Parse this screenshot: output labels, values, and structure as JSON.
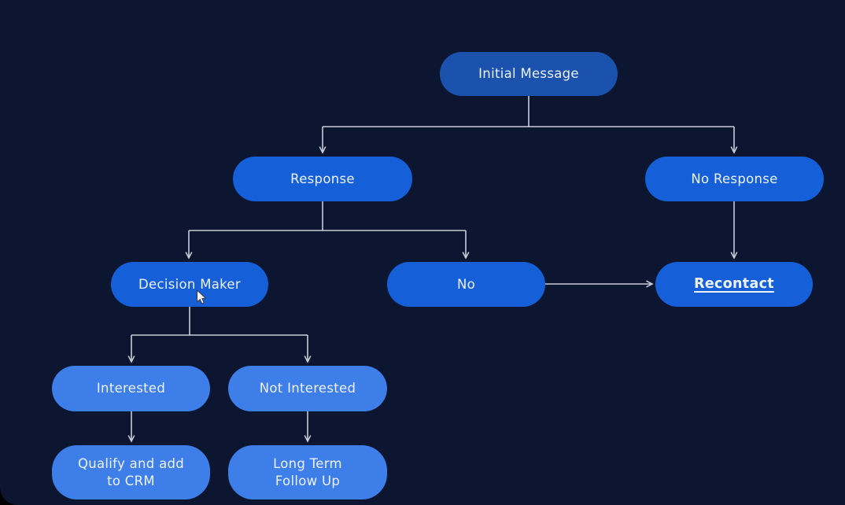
{
  "diagram": {
    "type": "flowchart",
    "colors": {
      "background": "#0d1631",
      "node_primary_dark": "#1a52ae",
      "node_primary": "#1560d8",
      "node_light": "#3e7ee9",
      "connector": "#c9ced9",
      "text": "#edf2fb"
    },
    "nodes": [
      {
        "id": "initial-message",
        "label": "Initial Message",
        "tier": "primary-dark"
      },
      {
        "id": "response",
        "label": "Response",
        "tier": "primary"
      },
      {
        "id": "no-response",
        "label": "No Response",
        "tier": "primary"
      },
      {
        "id": "decision-maker",
        "label": "Decision Maker",
        "tier": "primary"
      },
      {
        "id": "no",
        "label": "No",
        "tier": "primary"
      },
      {
        "id": "recontact",
        "label": "Recontact",
        "tier": "primary",
        "emphasis": "bold-underline"
      },
      {
        "id": "interested",
        "label": "Interested",
        "tier": "light"
      },
      {
        "id": "not-interested",
        "label": "Not Interested",
        "tier": "light"
      },
      {
        "id": "qualify-and-add-to-crm",
        "label": "Qualify and add\nto CRM",
        "tier": "light"
      },
      {
        "id": "long-term-follow-up",
        "label": "Long Term\nFollow Up",
        "tier": "light"
      }
    ],
    "edges": [
      {
        "from": "Initial Message",
        "to": "Response"
      },
      {
        "from": "Initial Message",
        "to": "No Response"
      },
      {
        "from": "Response",
        "to": "Decision Maker"
      },
      {
        "from": "Response",
        "to": "No"
      },
      {
        "from": "No",
        "to": "Recontact"
      },
      {
        "from": "No Response",
        "to": "Recontact"
      },
      {
        "from": "Decision Maker",
        "to": "Interested"
      },
      {
        "from": "Decision Maker",
        "to": "Not Interested"
      },
      {
        "from": "Interested",
        "to": "Qualify and add to CRM"
      },
      {
        "from": "Not Interested",
        "to": "Long Term Follow Up"
      }
    ]
  }
}
